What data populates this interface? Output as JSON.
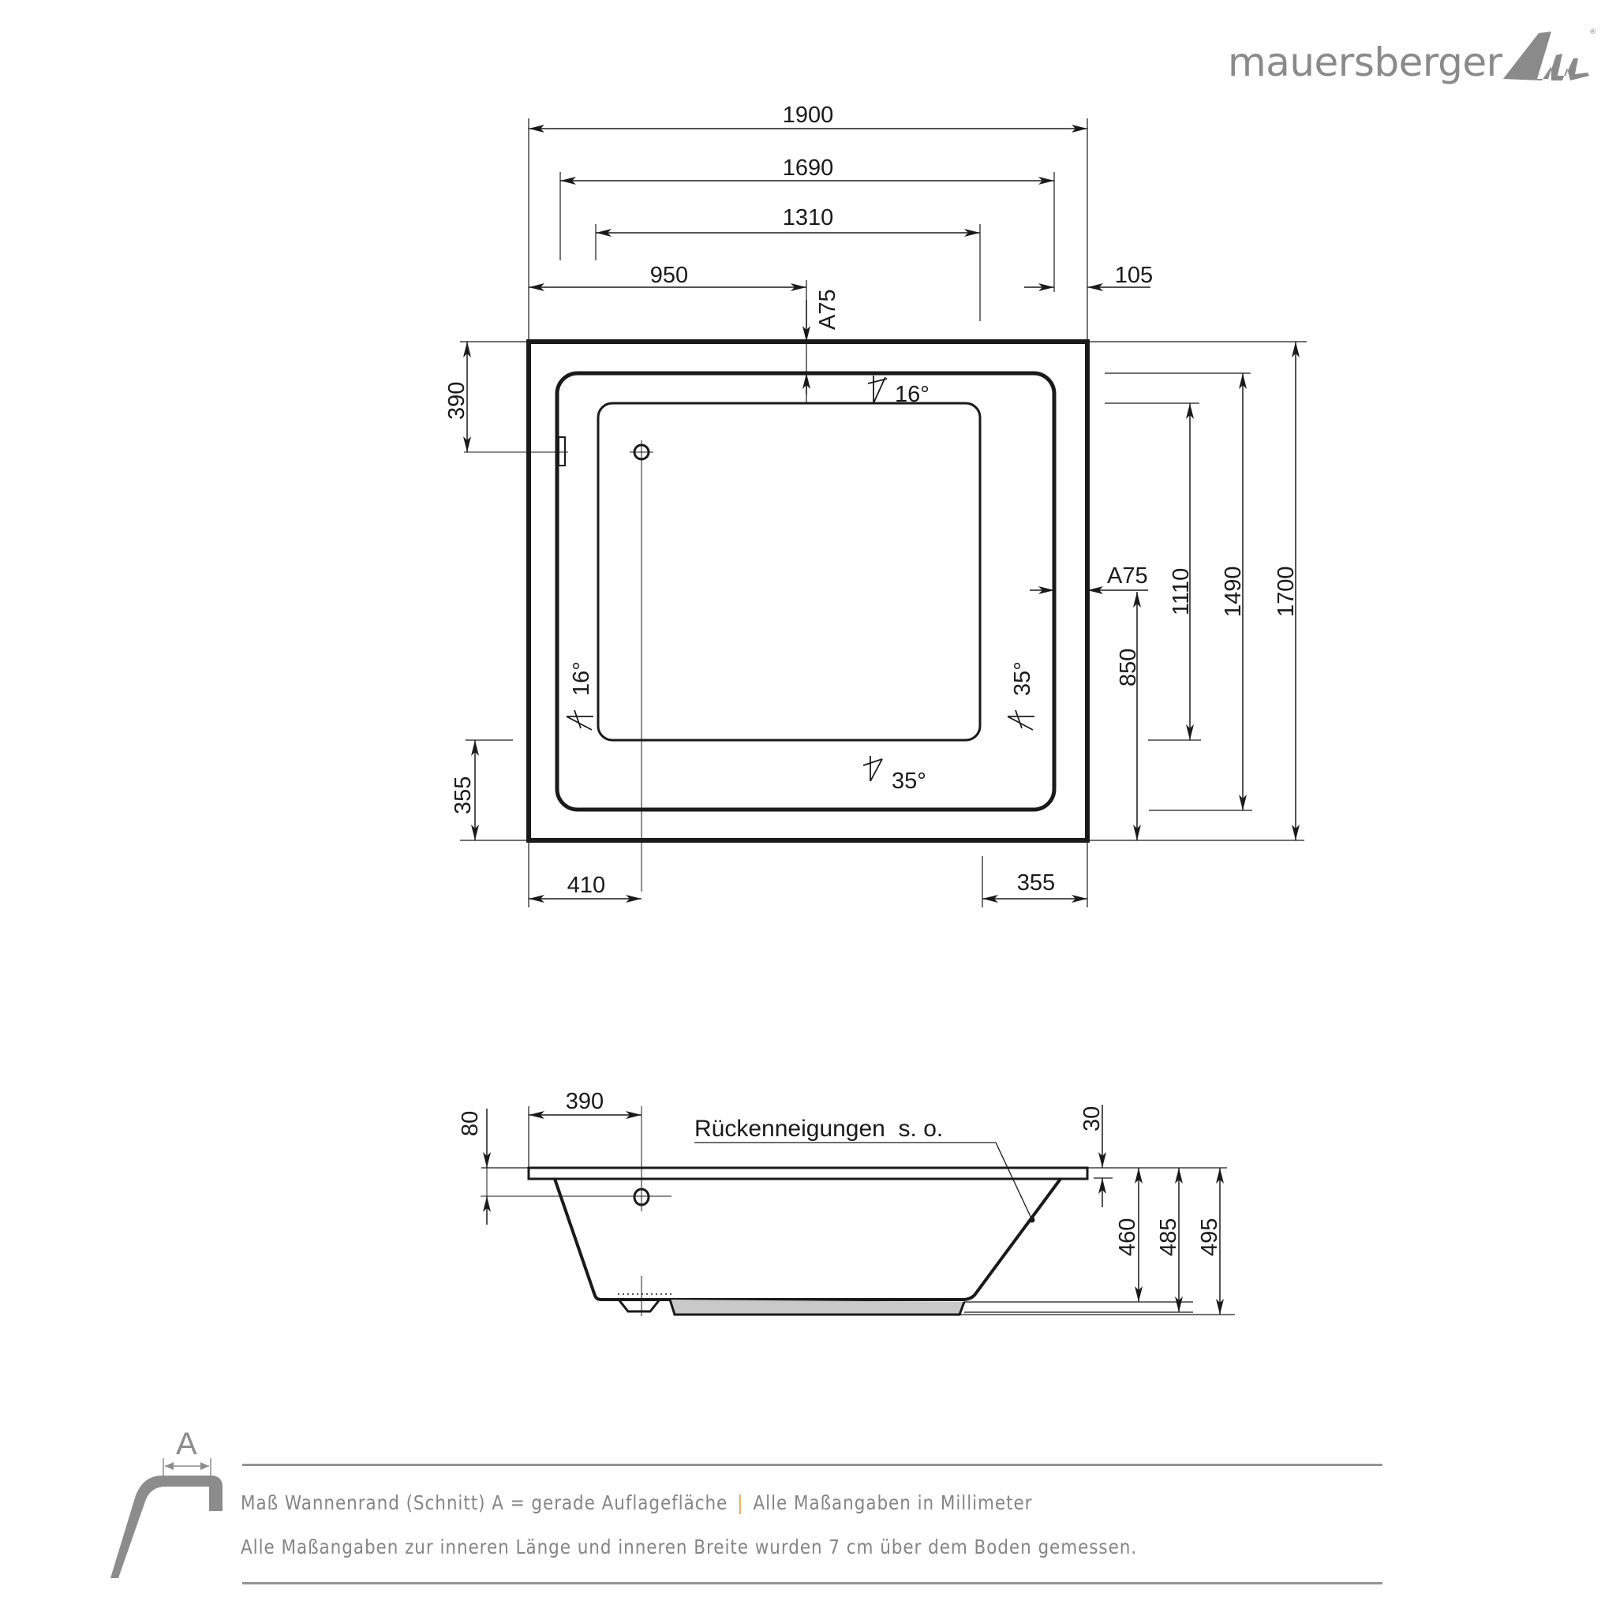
{
  "brand": {
    "name": "mauersberger",
    "registered_mark": "®",
    "logo_icon": "mountain-m-icon",
    "color": "#8a8a8a"
  },
  "plan_view": {
    "dimensions_top": {
      "overall_length": "1900",
      "inner_rim_length": "1690",
      "inner_floor_length": "1310",
      "drain_to_mid": "950",
      "rim_width_right": "105",
      "rim_top_marker": "A75"
    },
    "dimensions_right": {
      "rim_marker": "A75",
      "floor_to_edge": "850",
      "inner_floor_width": "1110",
      "inner_rim_width": "1490",
      "overall_width": "1700"
    },
    "dimensions_left": {
      "overflow_from_top": "390",
      "bottom_offset": "355"
    },
    "dimensions_bottom": {
      "drain_from_left": "410",
      "right_offset": "355"
    },
    "angles": [
      {
        "position": "top",
        "label": "16°"
      },
      {
        "position": "left",
        "label": "16°"
      },
      {
        "position": "right",
        "label": "35°"
      },
      {
        "position": "bottom",
        "label": "35°"
      }
    ]
  },
  "section_view": {
    "overflow_horizontal": "390",
    "overflow_vertical": "80",
    "rim_thickness": "30",
    "inner_depth": "460",
    "depth_to_plinth": "485",
    "total_height": "495",
    "annotation": "Rückenneigungen  s. o."
  },
  "legend": {
    "symbol_label": "A",
    "line1_part1": "Maß Wannenrand (Schnitt) A = gerade Auflagefläche",
    "separator": "|",
    "line1_part2": "Alle Maßangaben in Millimeter",
    "line2": "Alle Maßangaben zur inneren Länge und inneren Breite wurden 7 cm über dem Boden gemessen.",
    "separator_color": "#f0a44a",
    "text_color": "#858585"
  }
}
